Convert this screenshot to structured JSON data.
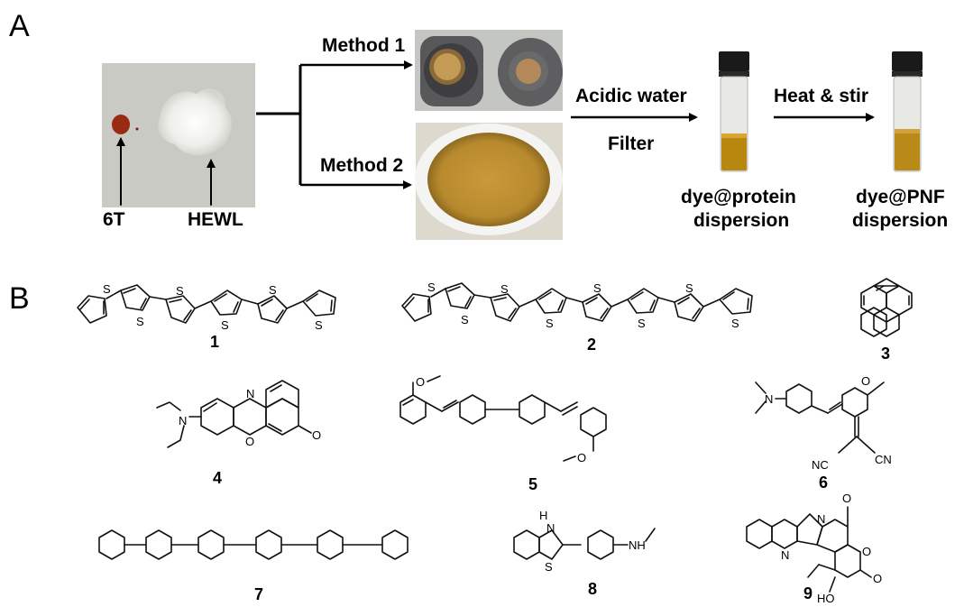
{
  "panels": {
    "a": "A",
    "b": "B"
  },
  "panel_a": {
    "sample_labels": [
      "6T",
      "HEWL"
    ],
    "methods": [
      "Method 1",
      "Method 2"
    ],
    "step1": {
      "top": "Acidic water",
      "bottom": "Filter"
    },
    "step2": {
      "top": "Heat & stir"
    },
    "product1": [
      "dye@protein",
      "dispersion"
    ],
    "product2": [
      "dye@PNF",
      "dispersion"
    ]
  },
  "panel_b": {
    "compound_numbers": [
      "1",
      "2",
      "3",
      "4",
      "5",
      "6",
      "7",
      "8",
      "9"
    ],
    "atoms": {
      "S": "S",
      "N": "N",
      "O": "O",
      "H": "H",
      "NH": "NH",
      "HO": "HO",
      "CN": "CN",
      "NC": "NC"
    }
  },
  "colors": {
    "photo_bg": "#c9cac3",
    "dye": "#9a2a12",
    "powder": "#f2f2ef",
    "container": "#5a5a58",
    "liquid": "#b8870e",
    "cap": "#1a1a1a"
  }
}
